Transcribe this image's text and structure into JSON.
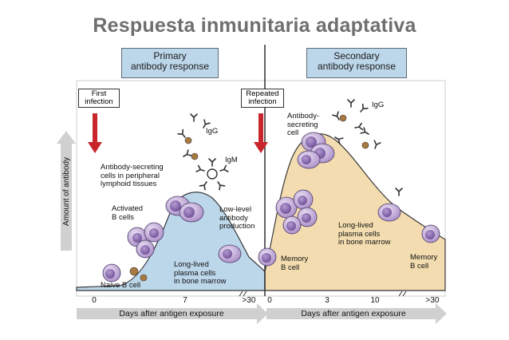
{
  "slide": {
    "title": "Respuesta inmunitaria adaptativa"
  },
  "panels": {
    "primary": {
      "line1": "Primary",
      "line2": "antibody response"
    },
    "secondary": {
      "line1": "Secondary",
      "line2": "antibody response"
    }
  },
  "events": {
    "first": {
      "line1": "First",
      "line2": "infection"
    },
    "repeated": {
      "line1": "Repeated",
      "line2": "infection"
    }
  },
  "labels": {
    "secreting_primary": {
      "line1": "Antibody-secreting",
      "line2": "cells in peripheral",
      "line3": "lymphoid tissues"
    },
    "activated": {
      "line1": "Activated",
      "line2": "B cells"
    },
    "naive": "Naive B cell",
    "igg_primary": "IgG",
    "igm": "IgM",
    "lowlevel": {
      "line1": "Low-level",
      "line2": "antibody",
      "line3": "production"
    },
    "longlived_primary": {
      "line1": "Long-lived",
      "line2": "plasma cells",
      "line3": "in bone marrow"
    },
    "memory_left": {
      "line1": "Memory",
      "line2": "B cell"
    },
    "secreting_secondary": {
      "line1": "Antibody-",
      "line2": "secreting",
      "line3": "cell"
    },
    "igg_secondary": "IgG",
    "longlived_secondary": {
      "line1": "Long-lived",
      "line2": "plasma cells",
      "line3": "in bone marrow"
    },
    "memory_right": {
      "line1": "Memory",
      "line2": "B cell"
    }
  },
  "axes": {
    "y_label": "Amount of antibody",
    "x_label_primary": "Days after antigen exposure",
    "x_label_secondary": "Days after antigen exposure",
    "ticks_primary": [
      "0",
      "7",
      ">30"
    ],
    "ticks_secondary": [
      "0",
      "3",
      "10",
      ">30"
    ]
  },
  "colors": {
    "primary_fill": "#bcd6ea",
    "secondary_fill": "#f3ddb0",
    "arrow_red": "#c8262c",
    "cell_fill": "#c9b6dc",
    "cell_nucleus": "#7c5fa3"
  }
}
